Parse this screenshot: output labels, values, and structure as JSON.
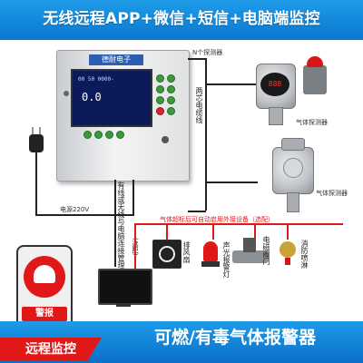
{
  "banner": {
    "top_text": "无线远程APP+微信+短信+电脑端监控"
  },
  "controller": {
    "brand": "德耐电子",
    "lcd_line1": "00 50 0000-",
    "lcd_line2": "0.0"
  },
  "labels": {
    "n_detectors": "N个探测器",
    "two_core_cable": "两芯电缆线",
    "gas_detector_1": "气体探测器",
    "gas_detector_2": "气体探测器",
    "power": "电源220V",
    "wired_wireless": "有线或无线与电脑连接管理",
    "optional_left": "(选配)",
    "alarm_note": "气体超标后可自动启用外接设备（选配）"
  },
  "devices": [
    {
      "label": "排风扇",
      "icon": "fan-icon"
    },
    {
      "label": "声光报警灯",
      "icon": "alarm-light-icon"
    },
    {
      "label": "电磁阀门",
      "icon": "valve-icon"
    },
    {
      "label": "消防喷淋",
      "icon": "sprinkler-icon"
    }
  ],
  "phone": {
    "alarm_text": "警报"
  },
  "bottom": {
    "title": "可燃/有毒气体报警器",
    "remote_label": "远程监控"
  },
  "colors": {
    "banner": "#0a78d0",
    "accent_red": "#e01818"
  }
}
